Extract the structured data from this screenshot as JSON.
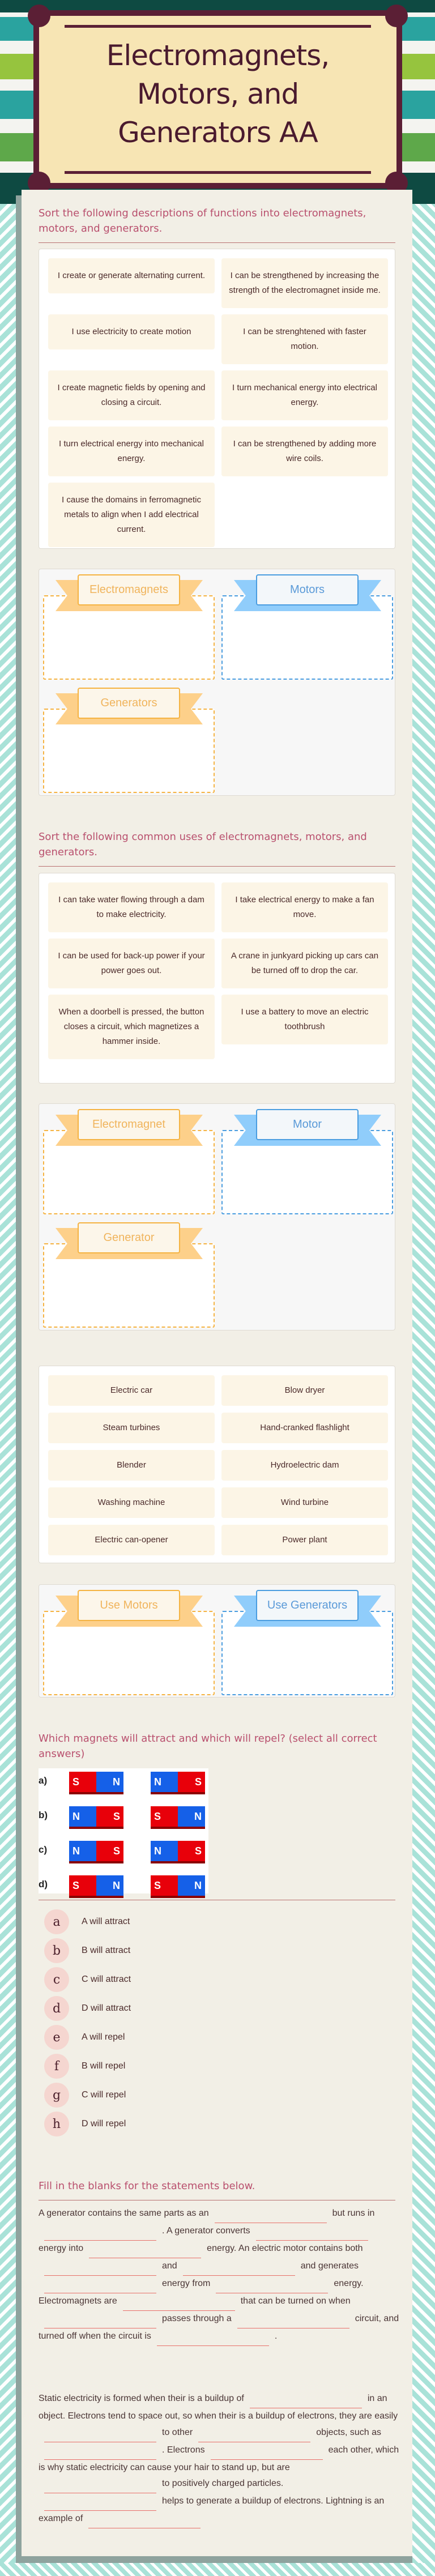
{
  "title": [
    "Electromagnets,",
    "Motors, and",
    "Generators AA"
  ],
  "colors": {
    "accent_pink": "#b9506e",
    "orange": "#f5b342",
    "blue": "#4a9de0",
    "north": "#1560e8",
    "south": "#e8000a"
  },
  "section1": {
    "heading": "Sort the following descriptions of functions into electromagnets, motors, and generators.",
    "cards": [
      "I create or generate alternating current.",
      "I can be strengthened by increasing the strength of the electromagnet inside me.",
      "I use electricity to create motion",
      "I can be strenghtened with faster motion.",
      "I create magnetic fields by opening and closing a circuit.",
      "I turn mechanical energy into electrical energy.",
      "I turn electrical energy into mechanical energy.",
      "I can be strengthened by adding more wire coils.",
      "I cause the domains in ferromagnetic metals to align when I add electrical current."
    ],
    "zones": [
      "Electromagnets",
      "Motors",
      "Generators"
    ]
  },
  "section2": {
    "heading": "Sort the following common uses of electromagnets, motors, and generators.",
    "cards": [
      "I can take water flowing through a dam to make electricity.",
      "I take electrical energy to make a fan move.",
      "I can be used for back-up power if your power goes out.",
      "A crane in junkyard picking up cars can be turned off to drop the car.",
      "When a doorbell is pressed, the button closes a circuit, which magnetizes a hammer inside.",
      "I use a battery to move an electric toothbrush"
    ],
    "zones": [
      "Electromagnet",
      "Motor",
      "Generator"
    ]
  },
  "section3": {
    "items": [
      "Electric car",
      "Blow dryer",
      "Steam turbines",
      "Hand-cranked flashlight",
      "Blender",
      "Hydroelectric dam",
      "Washing machine",
      "Wind turbine",
      "Electric can-opener",
      "Power plant"
    ],
    "zones": [
      "Use Motors",
      "Use Generators"
    ]
  },
  "section4": {
    "heading": "Which magnets will attract and which will repel? (select all correct answers)",
    "magnets": [
      {
        "label": "a)",
        "left": [
          "S",
          "N"
        ],
        "right": [
          "N",
          "S"
        ]
      },
      {
        "label": "b)",
        "left": [
          "N",
          "S"
        ],
        "right": [
          "S",
          "N"
        ]
      },
      {
        "label": "c)",
        "left": [
          "N",
          "S"
        ],
        "right": [
          "N",
          "S"
        ]
      },
      {
        "label": "d)",
        "left": [
          "S",
          "N"
        ],
        "right": [
          "S",
          "N"
        ]
      }
    ],
    "options": [
      {
        "letter": "a",
        "text": "A will attract"
      },
      {
        "letter": "b",
        "text": "B will attract"
      },
      {
        "letter": "c",
        "text": "C will attract"
      },
      {
        "letter": "d",
        "text": "D will attract"
      },
      {
        "letter": "e",
        "text": "A will repel"
      },
      {
        "letter": "f",
        "text": "B will repel"
      },
      {
        "letter": "g",
        "text": "C will repel"
      },
      {
        "letter": "h",
        "text": "D will repel"
      }
    ]
  },
  "section5": {
    "heading": "Fill in the blanks for the statements below.",
    "paragraphs": [
      [
        {
          "type": "text",
          "value": "A generator contains the same parts as an"
        },
        {
          "type": "blank",
          "value": ""
        },
        {
          "type": "text",
          "value": "but runs in"
        },
        {
          "type": "blank",
          "value": ""
        },
        {
          "type": "text",
          "value": ". A generator converts"
        },
        {
          "type": "blank",
          "value": ""
        },
        {
          "type": "text",
          "value": "energy into"
        },
        {
          "type": "blank",
          "value": ""
        },
        {
          "type": "text",
          "value": "energy. An electric motor contains both"
        },
        {
          "type": "blank",
          "value": ""
        },
        {
          "type": "text",
          "value": "and"
        },
        {
          "type": "blank",
          "value": ""
        },
        {
          "type": "text",
          "value": "and generates"
        },
        {
          "type": "blank",
          "value": ""
        },
        {
          "type": "text",
          "value": "energy from"
        },
        {
          "type": "blank",
          "value": ""
        },
        {
          "type": "text",
          "value": "energy. Electromagnets are"
        },
        {
          "type": "blank",
          "value": ""
        },
        {
          "type": "text",
          "value": "that can be turned on when"
        },
        {
          "type": "blank",
          "value": ""
        },
        {
          "type": "text",
          "value": "passes through a"
        },
        {
          "type": "blank",
          "value": ""
        },
        {
          "type": "text",
          "value": "circuit, and turned off when the circuit is"
        },
        {
          "type": "blank",
          "value": ""
        },
        {
          "type": "text",
          "value": "."
        }
      ],
      [
        {
          "type": "text",
          "value": "Static electricity is formed when their is a buildup of"
        },
        {
          "type": "blank",
          "value": ""
        },
        {
          "type": "text",
          "value": "in an object. Electrons tend to space out, so when their is a buildup of electrons, they are easily"
        },
        {
          "type": "blank",
          "value": ""
        },
        {
          "type": "text",
          "value": "to other"
        },
        {
          "type": "blank",
          "value": ""
        },
        {
          "type": "text",
          "value": "objects, such as"
        },
        {
          "type": "blank",
          "value": ""
        },
        {
          "type": "text",
          "value": ". Electrons"
        },
        {
          "type": "blank",
          "value": ""
        },
        {
          "type": "text",
          "value": "each other, which is why static electricity can cause your hair to stand up, but are"
        },
        {
          "type": "blank",
          "value": ""
        },
        {
          "type": "text",
          "value": "to positively charged particles."
        },
        {
          "type": "blank",
          "value": ""
        },
        {
          "type": "text",
          "value": "helps to generate a buildup of electrons. Lightning is an example of"
        },
        {
          "type": "blank",
          "value": ""
        }
      ]
    ]
  }
}
